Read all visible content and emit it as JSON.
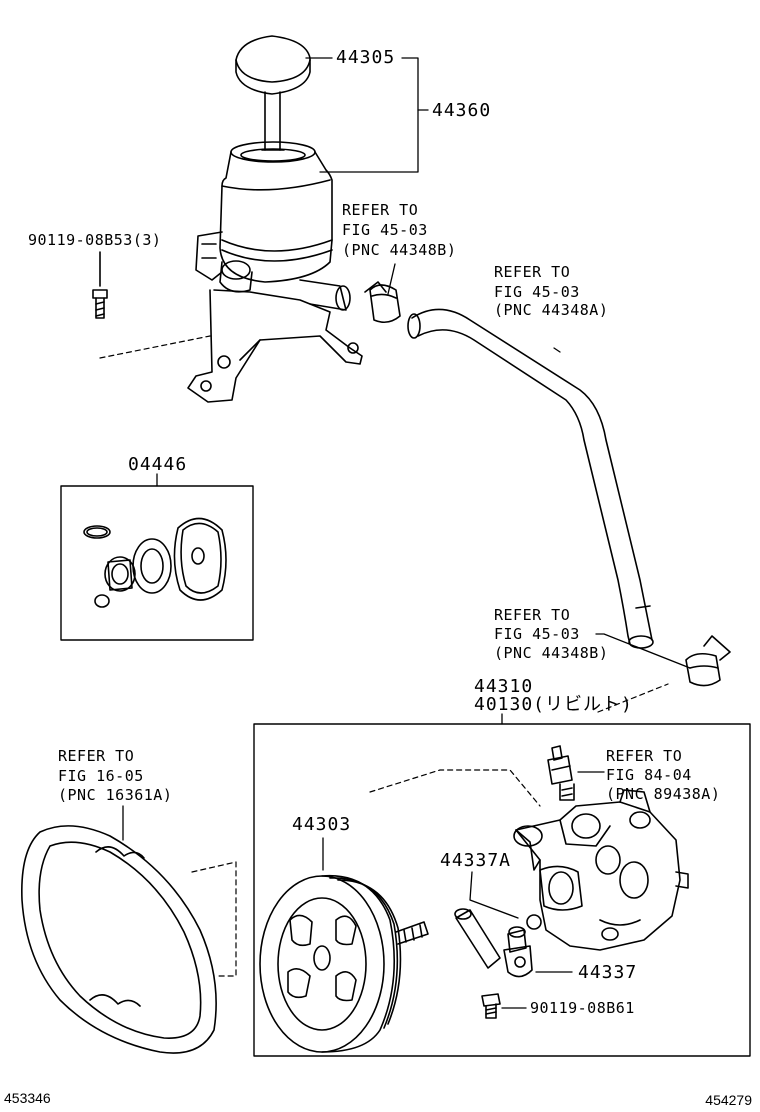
{
  "parts": {
    "reservoir_cap": "44305",
    "reservoir_assy": "44360",
    "bolt_top": "90119-08B53(3)",
    "kit": "04446",
    "pump_assy": "44310",
    "pump_reman": "40130(リビルト)",
    "pulley": "44303",
    "union_a": "44337A",
    "union": "44337",
    "bolt_bottom": "90119-08B61"
  },
  "refs": {
    "ref_a": [
      "REFER TO",
      "FIG 45-03",
      "(PNC 44348B)"
    ],
    "ref_b": [
      "REFER TO",
      "FIG 45-03",
      "(PNC 44348A)"
    ],
    "ref_c": [
      "REFER TO",
      "FIG 45-03",
      "(PNC 44348B)"
    ],
    "ref_belt": [
      "REFER TO",
      "FIG 16-05",
      "(PNC 16361A)"
    ],
    "ref_switch": [
      "REFER TO",
      "FIG 84-04",
      "(PNC 89438A)"
    ]
  },
  "footer": {
    "left_id": "453346",
    "right_id": "454279"
  }
}
